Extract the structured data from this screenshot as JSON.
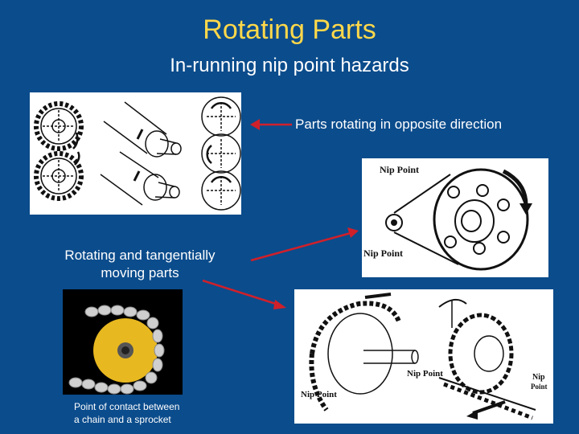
{
  "slide": {
    "title": "Rotating Parts",
    "subtitle": "In-running nip point hazards"
  },
  "labels": {
    "opposite_direction": "Parts rotating in opposite direction",
    "tangential_line1": "Rotating and tangentially",
    "tangential_line2": "moving parts",
    "caption_line1": "Point of contact between",
    "caption_line2": "a chain and a sprocket"
  },
  "figures": {
    "belt_top_label": "Nip Point",
    "belt_bottom_label": "Nip Point",
    "chain_left_label": "Nip Point",
    "chain_mid_label": "Nip Point",
    "rack_label_line1": "Nip",
    "rack_label_line2": "Point"
  },
  "colors": {
    "background": "#0b4c8c",
    "title": "#ffd84a",
    "arrow": "#d0202a",
    "sprocket": "#e8b820"
  }
}
